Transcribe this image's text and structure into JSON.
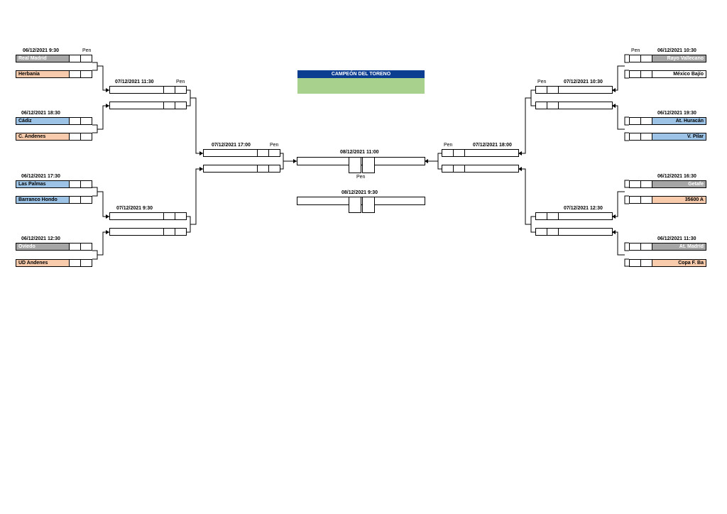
{
  "pen_label": "Pen",
  "champion": {
    "title": "CAMPEÓN DEL TORENO"
  },
  "matches": {
    "l1": {
      "date": "06/12/2021 9:30",
      "team_a": "Real Madrid",
      "team_b": "Herbania"
    },
    "l2": {
      "date": "06/12/2021 18:30",
      "team_a": "Cádiz",
      "team_b": "C. Andenes"
    },
    "l3": {
      "date": "06/12/2021 17:30",
      "team_a": "Las Palmas",
      "team_b": "Barranco Hondo"
    },
    "l4": {
      "date": "06/12/2021 12:30",
      "team_a": "Oviedo",
      "team_b": "UD Andenes"
    },
    "r1": {
      "date": "06/12/2021 10:30",
      "team_a": "Rayo Vallecano",
      "team_b": "México Bajío"
    },
    "r2": {
      "date": "06/12/2021 19:30",
      "team_a": "At. Huracán",
      "team_b": "V. Pilar"
    },
    "r3": {
      "date": "06/12/2021 16:30",
      "team_a": "Getafe",
      "team_b": "35600 A"
    },
    "r4": {
      "date": "06/12/2021 11:30",
      "team_a": "At. Madrid",
      "team_b": "Copa F. Ba"
    },
    "lq1": {
      "date": "07/12/2021 11:30"
    },
    "lq2": {
      "date": "07/12/2021 9:30"
    },
    "rq1": {
      "date": "07/12/2021 10:30"
    },
    "rq2": {
      "date": "07/12/2021 12:30"
    },
    "ls": {
      "date": "07/12/2021 17:00"
    },
    "rs": {
      "date": "07/12/2021 18:00"
    },
    "final": {
      "date": "08/12/2021 11:00"
    },
    "third": {
      "date": "08/12/2021 9:30"
    }
  }
}
